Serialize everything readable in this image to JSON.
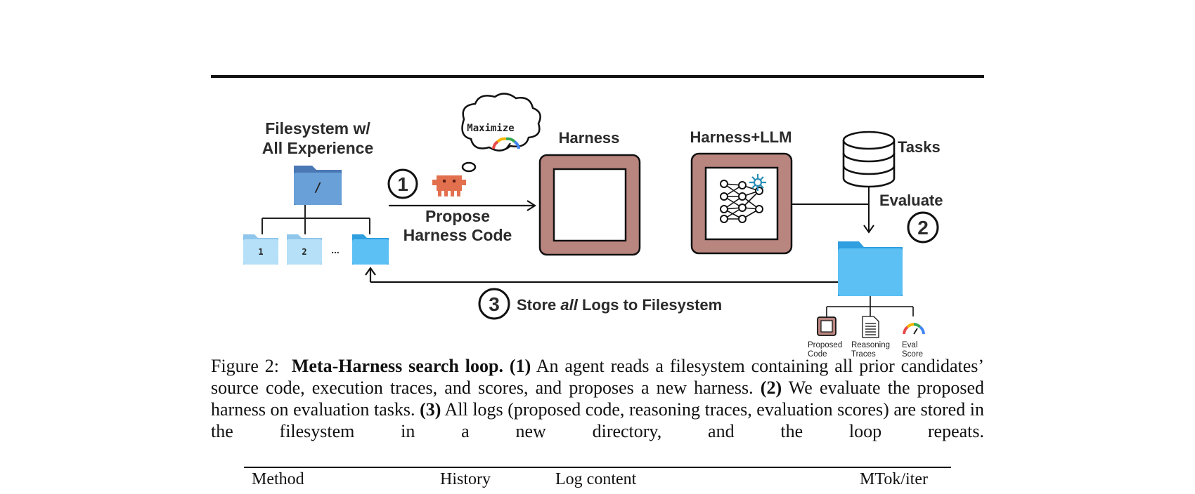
{
  "figure": {
    "filesystem_title_1": "Filesystem w/",
    "filesystem_title_2": "All Experience",
    "root_folder_label": "/",
    "child_folder_1": "1",
    "child_folder_2": "2",
    "child_folder_ellipsis": "...",
    "thought_text": "Maximize",
    "step1_number": "1",
    "propose_label_1": "Propose",
    "propose_label_2": "Harness Code",
    "harness_title": "Harness",
    "harness_llm_title": "Harness+LLM",
    "tasks_label": "Tasks",
    "evaluate_label": "Evaluate",
    "step2_number": "2",
    "step3_number": "3",
    "store_prefix": "Store ",
    "store_italic": "all",
    "store_suffix": " Logs to Filesystem",
    "log_item_1_line1": "Proposed",
    "log_item_1_line2": "Code",
    "log_item_2_line1": "Reasoning",
    "log_item_2_line2": "Traces",
    "log_item_3_line1": "Eval",
    "log_item_3_line2": "Score",
    "colors": {
      "harness_frame": "#b9857f",
      "folder_dark": "#5e94cf",
      "folder_light": "#a8d8f3",
      "folder_bright": "#5cc0f4",
      "agent": "#e2704f"
    },
    "icons": [
      "folder-icon",
      "thought-bubble-icon",
      "gauge-icon",
      "agent-icon",
      "database-icon",
      "neural-net-icon",
      "snowflake-icon",
      "document-icon"
    ]
  },
  "caption": {
    "figure_label": "Figure 2:",
    "title": "Meta-Harness search loop.",
    "s1_marker": "(1)",
    "s1_text": " An agent reads a filesystem containing all prior candidates’ source code, execution traces, and scores, and proposes a new harness. ",
    "s2_marker": "(2)",
    "s2_text": " We evaluate the proposed harness on evaluation tasks. ",
    "s3_marker": "(3)",
    "s3_text": " All logs (proposed code, reasoning traces, evaluation scores) are stored in the filesystem in a new directory, and the loop repeats."
  },
  "table": {
    "headers": [
      "Method",
      "History",
      "Log content",
      "MTok/iter"
    ]
  }
}
